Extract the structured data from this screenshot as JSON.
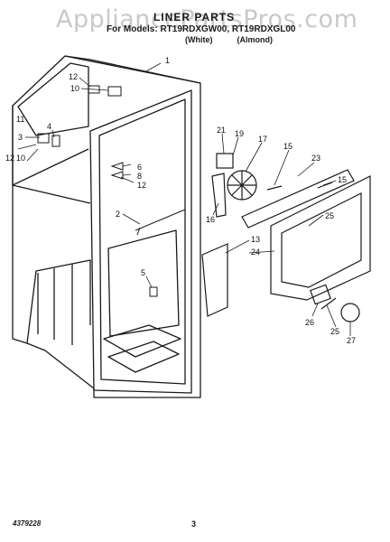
{
  "watermark": "AppliancePartsPros.com",
  "header": {
    "title": "LINER PARTS",
    "models": "For Models: RT19RDXGW00, RT19RDXGL00",
    "variant_white": "(White)",
    "variant_almond": "(Almond)"
  },
  "callouts": [
    {
      "id": "c1",
      "text": "1"
    },
    {
      "id": "c12a",
      "text": "12"
    },
    {
      "id": "c10a",
      "text": "10"
    },
    {
      "id": "c11",
      "text": "11"
    },
    {
      "id": "c3",
      "text": "3"
    },
    {
      "id": "c4",
      "text": "4"
    },
    {
      "id": "c12b",
      "text": "12"
    },
    {
      "id": "c10b",
      "text": "10"
    },
    {
      "id": "c6",
      "text": "6"
    },
    {
      "id": "c8",
      "text": "8"
    },
    {
      "id": "c12c",
      "text": "12"
    },
    {
      "id": "c2",
      "text": "2"
    },
    {
      "id": "c5",
      "text": "5"
    },
    {
      "id": "c21",
      "text": "21"
    },
    {
      "id": "c19",
      "text": "19"
    },
    {
      "id": "c17",
      "text": "17"
    },
    {
      "id": "c15a",
      "text": "15"
    },
    {
      "id": "c23",
      "text": "23"
    },
    {
      "id": "c15b",
      "text": "15"
    },
    {
      "id": "c16",
      "text": "16"
    },
    {
      "id": "c25a",
      "text": "25"
    },
    {
      "id": "c13",
      "text": "13"
    },
    {
      "id": "c24",
      "text": "24"
    },
    {
      "id": "c26",
      "text": "26"
    },
    {
      "id": "c25b",
      "text": "25"
    },
    {
      "id": "c27",
      "text": "27"
    }
  ],
  "footer": {
    "doc_number": "4379228",
    "page_number": "3"
  }
}
